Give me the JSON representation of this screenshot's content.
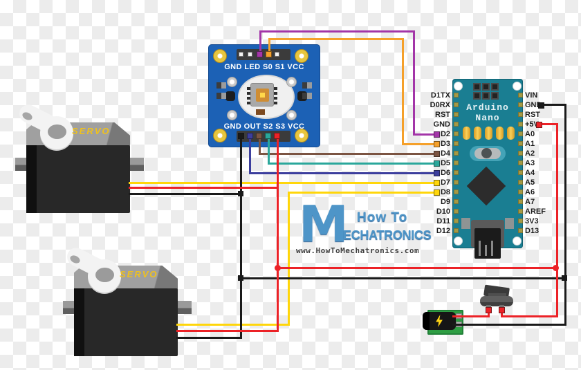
{
  "watermark": {
    "line1": "How To",
    "big_letter": "M",
    "line2_rest": "ECHATRONICS",
    "url": "www.HowToMechatronics.com"
  },
  "arduino": {
    "name_line1": "Arduino",
    "name_line2": "Nano",
    "left_pins": [
      "D1TX",
      "D0RX",
      "RST",
      "GND",
      "D2",
      "D3",
      "D4",
      "D5",
      "D6",
      "D7",
      "D8",
      "D9",
      "D10",
      "D11",
      "D12"
    ],
    "right_pins": [
      "VIN",
      "GND",
      "RST",
      "+5V",
      "A0",
      "A1",
      "A2",
      "A3",
      "A4",
      "A5",
      "A6",
      "A7",
      "AREF",
      "3V3",
      "D13"
    ]
  },
  "color_sensor": {
    "top_label": "GND LED S0 S1 VCC",
    "bottom_label": "GND OUT S2 S3 VCC"
  },
  "servos": {
    "servo1_label": "SERVO",
    "servo2_label": "SERVO"
  },
  "colors": {
    "wire_purple": "#a335a8",
    "wire_orange": "#f5a02b",
    "wire_brown": "#7b5442",
    "wire_teal": "#2aa79b",
    "wire_blue": "#3c3e9d",
    "wire_yellow": "#ffd60a",
    "wire_red": "#ec2227",
    "wire_black": "#1a1a1a",
    "nano_board": "#1a7e92",
    "sensor_board": "#1c61b5"
  },
  "connections": [
    {
      "wire": "purple",
      "from": "color-sensor S0",
      "to": "nano D2"
    },
    {
      "wire": "orange",
      "from": "color-sensor S1",
      "to": "nano D3"
    },
    {
      "wire": "brown",
      "from": "color-sensor S2",
      "to": "nano D4"
    },
    {
      "wire": "teal",
      "from": "color-sensor S3",
      "to": "nano D5"
    },
    {
      "wire": "blue",
      "from": "color-sensor OUT",
      "to": "nano D6"
    },
    {
      "wire": "yellow",
      "from": "servo1 signal",
      "to": "nano D7"
    },
    {
      "wire": "yellow",
      "from": "servo2 signal",
      "to": "nano D8"
    },
    {
      "wire": "black",
      "from": "color-sensor GND + servo1 GND + servo2 GND + battery -",
      "to": "nano GND"
    },
    {
      "wire": "red",
      "from": "color-sensor VCC + servo1 V+ + servo2 V+",
      "to": "nano +5V"
    },
    {
      "wire": "red",
      "from": "battery +",
      "to": "switch",
      "then": "nano +5V"
    }
  ]
}
